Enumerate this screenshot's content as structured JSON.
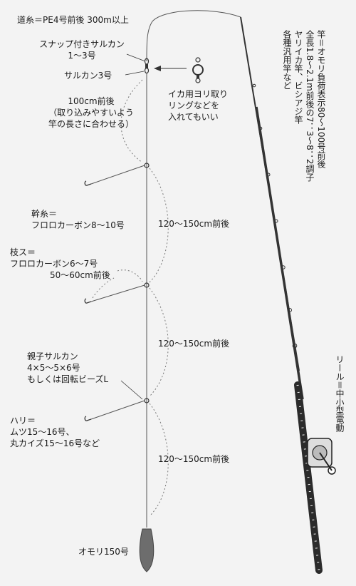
{
  "labels": {
    "main_line": "道糸＝PE4号前後 300m以上",
    "snap_swivel": [
      "スナップ付きサルカン",
      "1〜3号"
    ],
    "swivel": "サルカン3号",
    "ring_note": [
      "イカ用ヨリ取り",
      "リングなどを",
      "入れてもいい"
    ],
    "leader_len": [
      "100cm前後",
      "（取り込みやすいよう",
      "竿の長さに合わせる）"
    ],
    "trunk": [
      "幹糸＝",
      "フロロカーボン8〜10号"
    ],
    "gap1": "120〜150cm前後",
    "branch": [
      "枝ス＝",
      "フロロカーボン6〜7号",
      "50〜60cm前後"
    ],
    "gap2": "120〜150cm前後",
    "triple_swivel": [
      "親子サルカン",
      "4×5〜5×6号",
      "もしくは回転ビーズL"
    ],
    "hook": [
      "ハリ＝",
      "ムツ15〜16号、",
      "丸カイズ15〜16号など"
    ],
    "gap3": "120〜150cm前後",
    "sinker": "オモリ150号",
    "rod": [
      "竿＝オモリ負荷表示80〜100号前後",
      "全長1.8〜2.1m前後の7：3〜8：2調子",
      "ヤリイカ竿、ビシアジ竿",
      "各種汎用竿など"
    ],
    "reel": "リール＝中小型電動"
  }
}
